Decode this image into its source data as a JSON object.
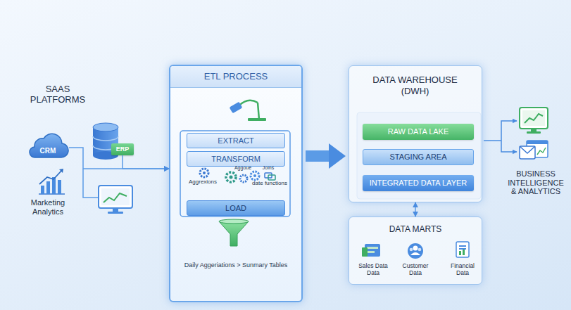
{
  "diagram": {
    "nodes": [
      {
        "text": [
          "CRM"
        ]
      },
      {
        "text": [
          "ERP"
        ]
      },
      {
        "text": [
          "ETL PROCESS"
        ]
      },
      {
        "text": [
          "EXTRACT"
        ],
        "in": 2
      },
      {
        "text": [
          "TRANSFORM"
        ],
        "in": 2
      },
      {
        "text": [
          "LOAD"
        ],
        "in": 2
      },
      {
        "text": [
          "DATA WAREHOUSE (DWH)"
        ]
      },
      {
        "text": [
          "RAW DATA LAKE"
        ],
        "in": 6
      },
      {
        "text": [
          "STAGING AREA"
        ],
        "in": 6
      },
      {
        "text": [
          "INTEGRATED DATA LAYER"
        ],
        "in": 6
      },
      {
        "text": [
          "DATA MARTS"
        ]
      }
    ],
    "edges": [
      {
        "from": 0,
        "to": 2,
        "arrow": "to"
      },
      {
        "from": 1,
        "to": 2,
        "arrow": "to"
      },
      {
        "from": 2,
        "to": 6,
        "arrow": "to"
      },
      {
        "from": 6,
        "to": 10,
        "arrow": "both"
      }
    ],
    "labels": [
      "SAAS PLATFORMS",
      "Marketing Analytics",
      "Aggrexions",
      "Aggoue",
      "Joins",
      "date functions",
      "Daily Aggeriations > Sunmary Tables",
      "Sales Data Data",
      "Customer Data",
      "Financial Data",
      "BUSINESS INTELLIGENCE & ANALYTICS"
    ]
  }
}
